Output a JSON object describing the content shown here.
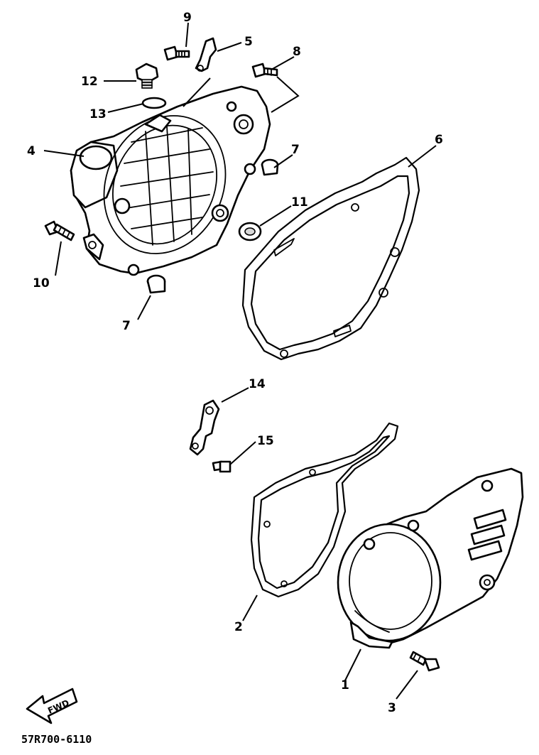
{
  "callouts": {
    "c1": "1",
    "c2": "2",
    "c3": "3",
    "c4": "4",
    "c5": "5",
    "c6": "6",
    "c7a": "7",
    "c7b": "7",
    "c8": "8",
    "c9": "9",
    "c10": "10",
    "c11": "11",
    "c12": "12",
    "c13": "13",
    "c14": "14",
    "c15": "15"
  },
  "fwd_label": "FWD",
  "diagram_code": "57R700-6110"
}
